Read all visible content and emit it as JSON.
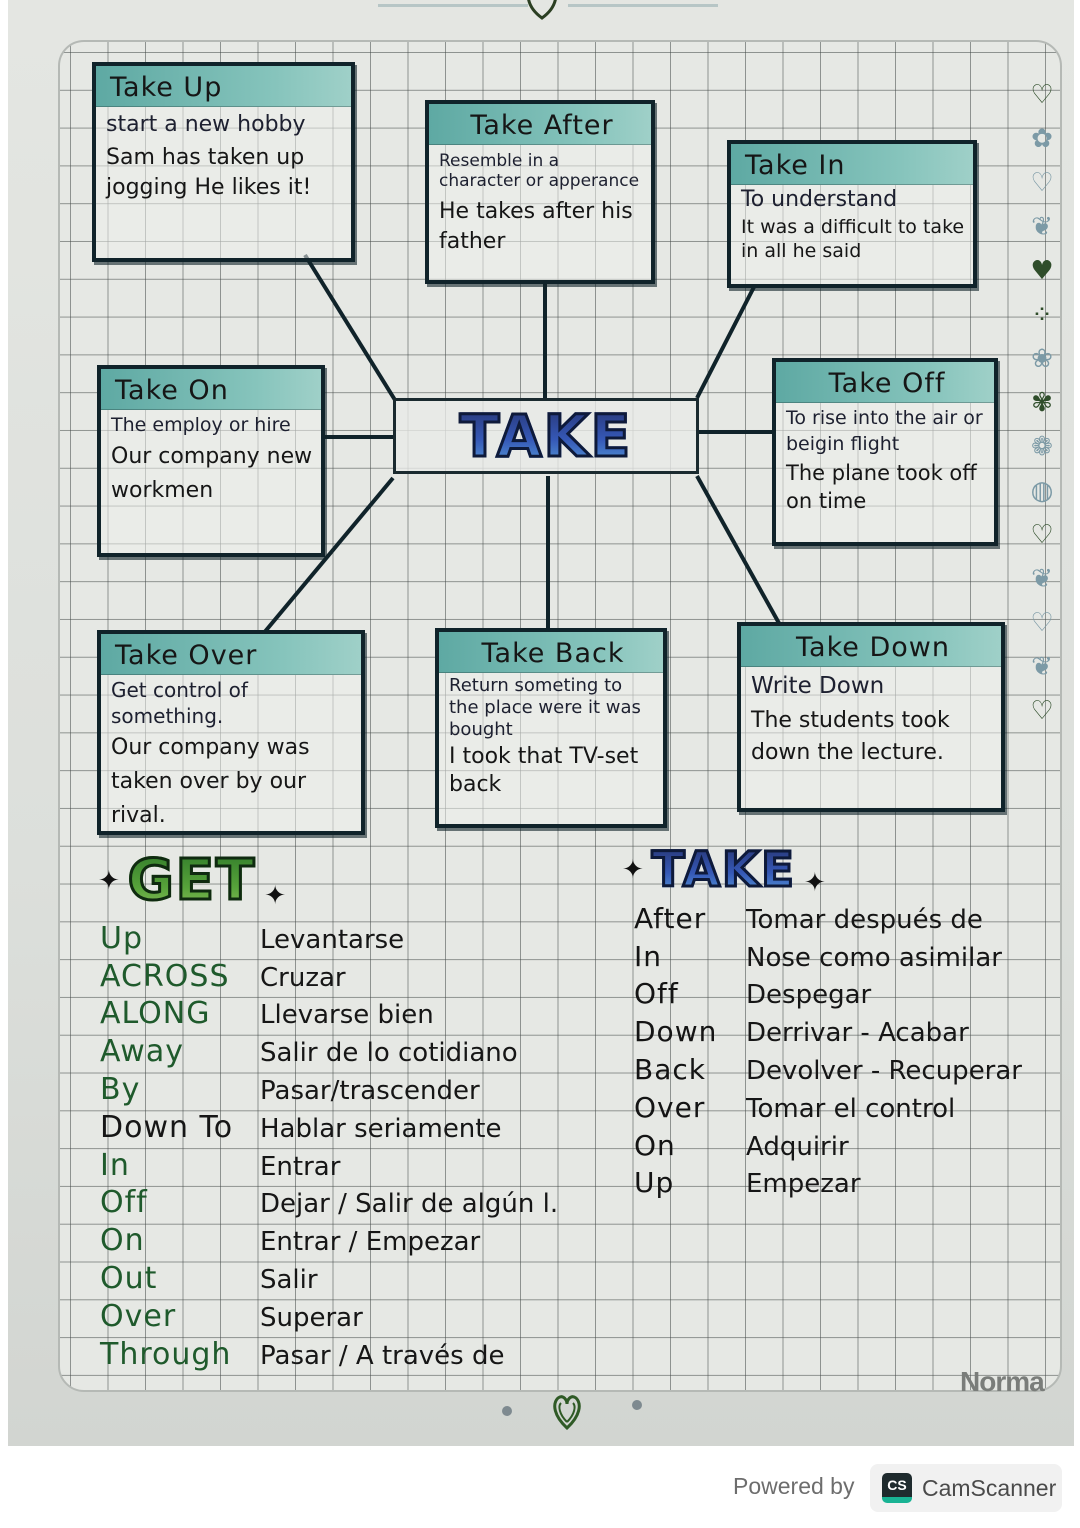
{
  "center": {
    "word": "TAKE"
  },
  "boxes": [
    {
      "title": "Take Up",
      "definition": "start a new hobby",
      "example": "Sam has taken up jogging He likes it!"
    },
    {
      "title": "Take After",
      "definition": "Resemble in a character or apperance",
      "example": "He takes after his father"
    },
    {
      "title": "Take In",
      "definition": "To understand",
      "example": "It was a difficult to take in all he said"
    },
    {
      "title": "Take On",
      "definition": "The employ or hire",
      "example": "Our company new workmen"
    },
    {
      "title": "Take Off",
      "definition": "To rise into the air or beigin flight",
      "example": "The plane took off on time"
    },
    {
      "title": "Take Over",
      "definition": "Get control of something.",
      "example": "Our company was taken over by our rival."
    },
    {
      "title": "Take Back",
      "definition": "Return someting to the place were it was bought",
      "example": "I took that TV-set back"
    },
    {
      "title": "Take Down",
      "definition": "Write Down",
      "example": "The students took down the lecture."
    }
  ],
  "get_section": {
    "title": "GET",
    "sparkle": "✦",
    "rows": [
      {
        "en": "Up",
        "es": "Levantarse"
      },
      {
        "en": "ACROSS",
        "es": "Cruzar"
      },
      {
        "en": "ALONG",
        "es": "Llevarse bien"
      },
      {
        "en": "Away",
        "es": "Salir de lo cotidiano"
      },
      {
        "en": "By",
        "es": "Pasar/trascender"
      },
      {
        "en": "Down To",
        "es": "Hablar seriamente"
      },
      {
        "en": "In",
        "es": "Entrar"
      },
      {
        "en": "Off",
        "es": "Dejar / Salir de algún l."
      },
      {
        "en": "On",
        "es": "Entrar / Empezar"
      },
      {
        "en": "Out",
        "es": "Salir"
      },
      {
        "en": "Over",
        "es": "Superar"
      },
      {
        "en": "Through",
        "es": "Pasar / A través de"
      }
    ]
  },
  "take_section": {
    "title": "TAKE",
    "sparkle": "✦",
    "rows": [
      {
        "en": "After",
        "es": "Tomar después de"
      },
      {
        "en": "In",
        "es": "Nose como asimilar"
      },
      {
        "en": "Off",
        "es": "Despegar"
      },
      {
        "en": "Down",
        "es": "Derrivar - Acabar"
      },
      {
        "en": "Back",
        "es": "Devolver - Recuperar"
      },
      {
        "en": "Over",
        "es": "Tomar el control"
      },
      {
        "en": "On",
        "es": "Adquirir"
      },
      {
        "en": "Up",
        "es": "Empezar"
      }
    ]
  },
  "margin_doodles": [
    "♡",
    "✿",
    "♡",
    "❦",
    "♥",
    "⁘",
    "❀",
    "✾",
    "❁",
    "◍",
    "♡",
    "❦",
    "♡",
    "❦",
    "♡"
  ],
  "notebook_brand": "Norma",
  "footer": {
    "powered_by": "Powered by",
    "logo_text": "CS",
    "app_name": "CamScanner"
  },
  "colors": {
    "header_teal": "#6fb3ad",
    "take_blue": "#3558b6",
    "get_green": "#56a23a",
    "camscanner_green": "#19b394"
  }
}
